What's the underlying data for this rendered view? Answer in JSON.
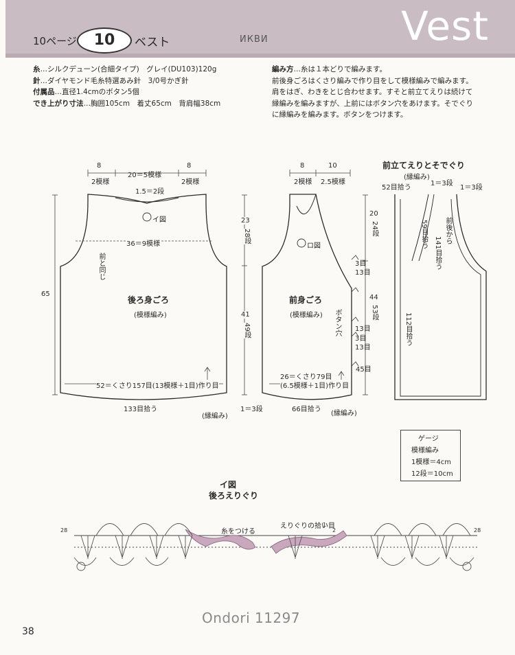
{
  "header": {
    "title": "Vest",
    "page_ref": "10ページ",
    "pattern_number": "10",
    "pattern_name": "ベスト",
    "stamp": "ИКВИ"
  },
  "materials": {
    "yarn_key": "糸",
    "yarn_val": "…シルクデューン(合細タイプ)　グレイ(DU103)120g",
    "needle_key": "針",
    "needle_val": "…ダイヤモンド毛糸特選あみ針　3/0号かぎ針",
    "accessory_key": "付属品",
    "accessory_val": "…直径1.4cmのボタン5個",
    "size_key": "でき上がり寸法",
    "size_val": "…胸囲105cm　着丈65cm　背肩幅38cm"
  },
  "method": {
    "label": "編み方",
    "lines": [
      "…糸は１本どりで編みます。",
      "前後身ごろはくさり編みで作り目をして模様編みで編みます。",
      "肩をはぎ、わきをとじ合わせます。すそと前立てえりは続けて",
      "縁編みを編みますが、上前にはボタン穴をあけます。そでぐり",
      "に縁編みを編みます。ボタンをつけます。"
    ]
  },
  "back_body": {
    "title": "後ろ身ごろ",
    "subtitle": "(模様編み)",
    "top_left": "8",
    "top_left_sub": "2模様",
    "top_mid": "20＝5模様",
    "top_right": "8",
    "top_right_sub": "2模様",
    "neck_drop": "1.5＝2段",
    "fig_ref": "イ図",
    "chest": "36＝9模様",
    "same_as_front": "前と同じ",
    "height": "65",
    "armhole_h": "23",
    "armhole_rows": "28段",
    "body_h": "41",
    "body_rows": "49段",
    "base": "52＝くさり157目(13模様＋1目)作り目",
    "hem_pick": "133目拾う",
    "edging": "(縁編み)",
    "hem_rows": "1＝3段"
  },
  "front_body": {
    "title": "前身ごろ",
    "subtitle": "(模様編み)",
    "top_left": "8",
    "top_left_sub": "2模様",
    "top_right": "10",
    "top_right_sub": "2.5模様",
    "fig_ref": "ロ図",
    "armhole_h": "20",
    "armhole_rows": "24段",
    "body_h": "44",
    "body_rows": "53段",
    "buttonhole": "ボタン穴",
    "st3a": "3目",
    "st13a": "13目",
    "st13b": "13目",
    "st3b": "3目",
    "st13c": "13目",
    "st45": "45目",
    "base": "26＝くさり79目",
    "base_sub": "(6.5模様＋1目)作り目",
    "hem_pick": "66目拾う",
    "edging": "(縁編み)"
  },
  "band": {
    "title": "前立てえりとそでぐり",
    "edging": "(縁編み)",
    "pick52": "52目拾う",
    "rows_a": "1＝3段",
    "rows_b": "1＝3段",
    "pick59": "59目拾う",
    "front_back": "前後から",
    "pick141": "141目拾う",
    "pick112": "112目拾う"
  },
  "gauge": {
    "title": "ゲージ",
    "pattern": "模様編み",
    "line1": "1模様＝4cm",
    "line2": "12段＝10cm"
  },
  "figure": {
    "ref": "イ図",
    "title": "後ろえりぐり",
    "attach": "糸をつける",
    "pickup": "えりぐりの拾い目",
    "n28l": "28",
    "n1": "1",
    "n2": "2",
    "n28r": "28"
  },
  "footer": {
    "page_number": "38",
    "watermark": "Ondori 11297"
  }
}
